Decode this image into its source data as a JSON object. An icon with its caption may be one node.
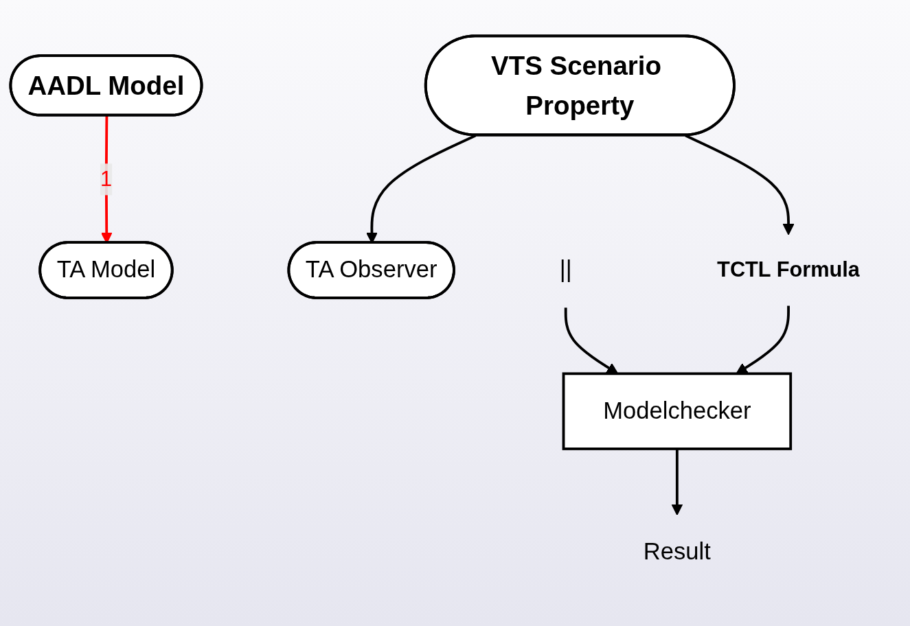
{
  "diagram": {
    "nodes": [
      {
        "text": [
          "AADL Model"
        ]
      },
      {
        "text": [
          "VTS Scenario Property"
        ]
      },
      {
        "text": [
          "TA Model"
        ]
      },
      {
        "text": [
          "TA Observer"
        ]
      },
      {
        "text": [
          "||"
        ]
      },
      {
        "text": [
          "TCTL Formula"
        ]
      },
      {
        "text": [
          "Modelchecker"
        ]
      },
      {
        "text": [
          "Result"
        ]
      }
    ],
    "edges": [
      {
        "from": 0,
        "to": 2,
        "arrow": "to",
        "label": "1",
        "color": "#ff0000"
      },
      {
        "from": 1,
        "to": 3,
        "arrow": "to"
      },
      {
        "from": 1,
        "to": 5,
        "arrow": "to"
      },
      {
        "from": 4,
        "to": 6,
        "arrow": "to"
      },
      {
        "from": 5,
        "to": 6,
        "arrow": "to"
      },
      {
        "from": 6,
        "to": 7,
        "arrow": "to"
      }
    ]
  }
}
